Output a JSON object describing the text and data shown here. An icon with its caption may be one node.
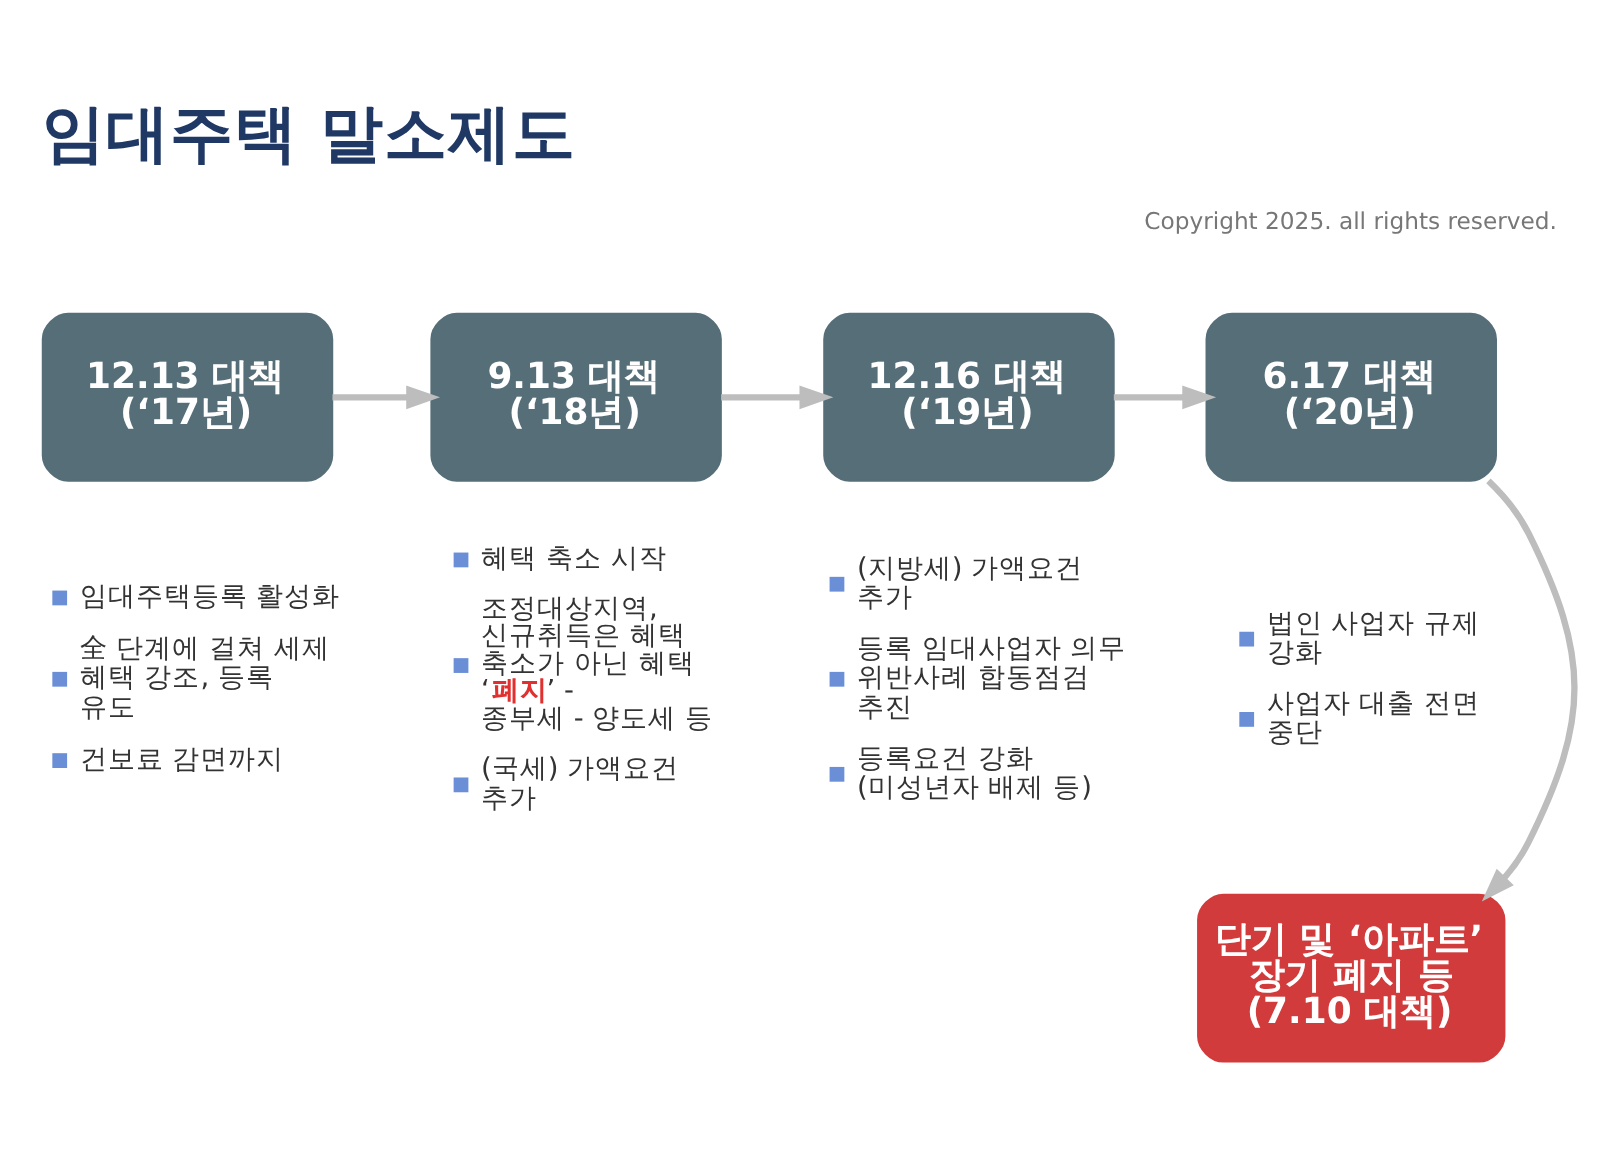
{
  "diagram": {
    "title": "임대주택 말소제도",
    "nodes": [
      {
        "text": [
          "12.13 대책",
          "(‘17년)"
        ],
        "beside": [
          "임대주택등록 활성화",
          "全 단계에 걸쳐 세제 혜택 강조, 등록 유도",
          "건보료 감면까지"
        ]
      },
      {
        "text": [
          "9.13 대책",
          "(‘18년)"
        ],
        "beside": [
          "혜택 축소 시작",
          "조정대상지역, 신규취득은 혜택 축소가 아닌 혜택 ‘**폐지**’ - 종부세 - 양도세 등",
          "(국세) 가액요건 추가"
        ]
      },
      {
        "text": [
          "12.16 대책",
          "(‘19년)"
        ],
        "beside": [
          "(지방세) 가액요건 추가",
          "등록 임대사업자 의무 위반사례 합동점검 추진",
          "등록요건 강화 (미성년자 배제 등)"
        ]
      },
      {
        "text": [
          "6.17 대책",
          "(‘20년)"
        ],
        "beside": [
          "법인 사업자 규제 강화",
          "사업자 대출 전면 중단"
        ]
      },
      {
        "text": [
          "단기 및 ‘아파트’ 장기 폐지 등 (7.10 대책)"
        ]
      }
    ],
    "edges": [
      {
        "from": 0,
        "to": 1,
        "arrow": "to"
      },
      {
        "from": 1,
        "to": 2,
        "arrow": "to"
      },
      {
        "from": 2,
        "to": 3,
        "arrow": "to"
      },
      {
        "from": 3,
        "to": 4,
        "arrow": "to"
      }
    ],
    "labels": [
      "Copyright 2025. all rights reserved."
    ]
  }
}
